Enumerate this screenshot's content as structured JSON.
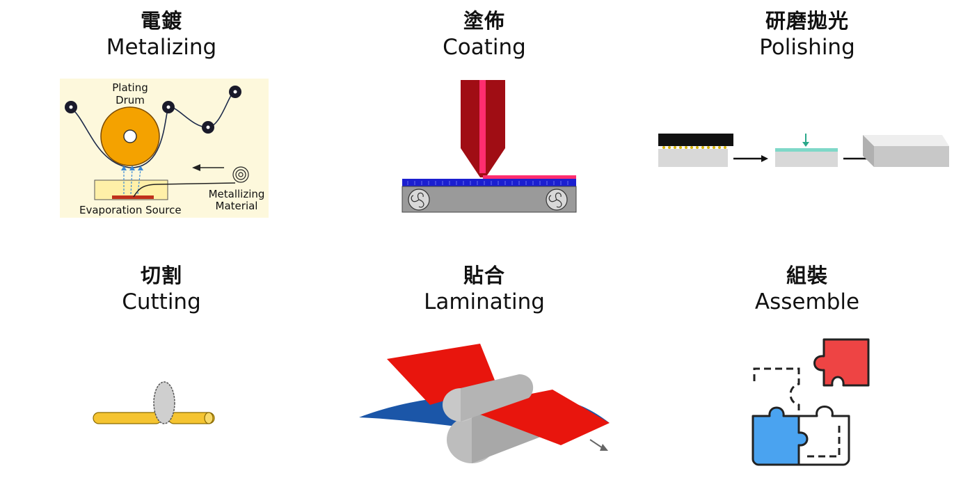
{
  "processes": [
    {
      "zh": "電鍍",
      "en": "Metalizing"
    },
    {
      "zh": "塗佈",
      "en": "Coating"
    },
    {
      "zh": "研磨拋光",
      "en": "Polishing"
    },
    {
      "zh": "切割",
      "en": "Cutting"
    },
    {
      "zh": "貼合",
      "en": "Laminating"
    },
    {
      "zh": "組裝",
      "en": "Assemble"
    }
  ],
  "metalizing_diagram": {
    "drum_label_1": "Plating",
    "drum_label_2": "Drum",
    "source_label": "Evaporation Source",
    "material_label_1": "Metallizing",
    "material_label_2": "Material"
  },
  "colors": {
    "drum": "#f4a200",
    "coating_nozzle": "#a00d14",
    "coating_stripe": "#ff2d6f",
    "laminate_red": "#e8150d",
    "laminate_blue": "#1b56a8",
    "puzzle_red": "#ee4444",
    "puzzle_blue": "#4aa3f0",
    "cut_bar": "#f5c431"
  }
}
